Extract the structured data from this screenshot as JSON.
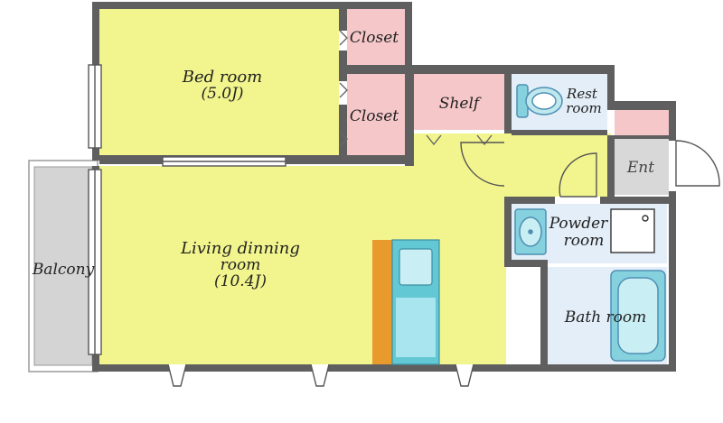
{
  "rooms": {
    "bedroom": {
      "name": "Bed room",
      "size": "(5.0J)"
    },
    "closet_top": {
      "name": "Closet"
    },
    "closet_mid": {
      "name": "Closet"
    },
    "shelf": {
      "name": "Shelf"
    },
    "restroom": {
      "line1": "Rest",
      "line2": "room"
    },
    "entrance": {
      "name": "Ent"
    },
    "powder": {
      "line1": "Powder",
      "line2": "room"
    },
    "bath": {
      "name": "Bath room"
    },
    "living": {
      "line1": "Living dinning",
      "line2": "room",
      "size": "(10.4J)"
    },
    "balcony": {
      "name": "Balcony"
    }
  },
  "colors": {
    "wall": "#5f5f5f",
    "living": "#f2f58d",
    "closet": "#f6c7c9",
    "wet_area": "#e3eef8",
    "balcony": "#d4d4d4",
    "entrance": "#d8d8d8",
    "kitchen_counter": "#62c8d3",
    "kitchen_edge": "#e89a2c"
  }
}
